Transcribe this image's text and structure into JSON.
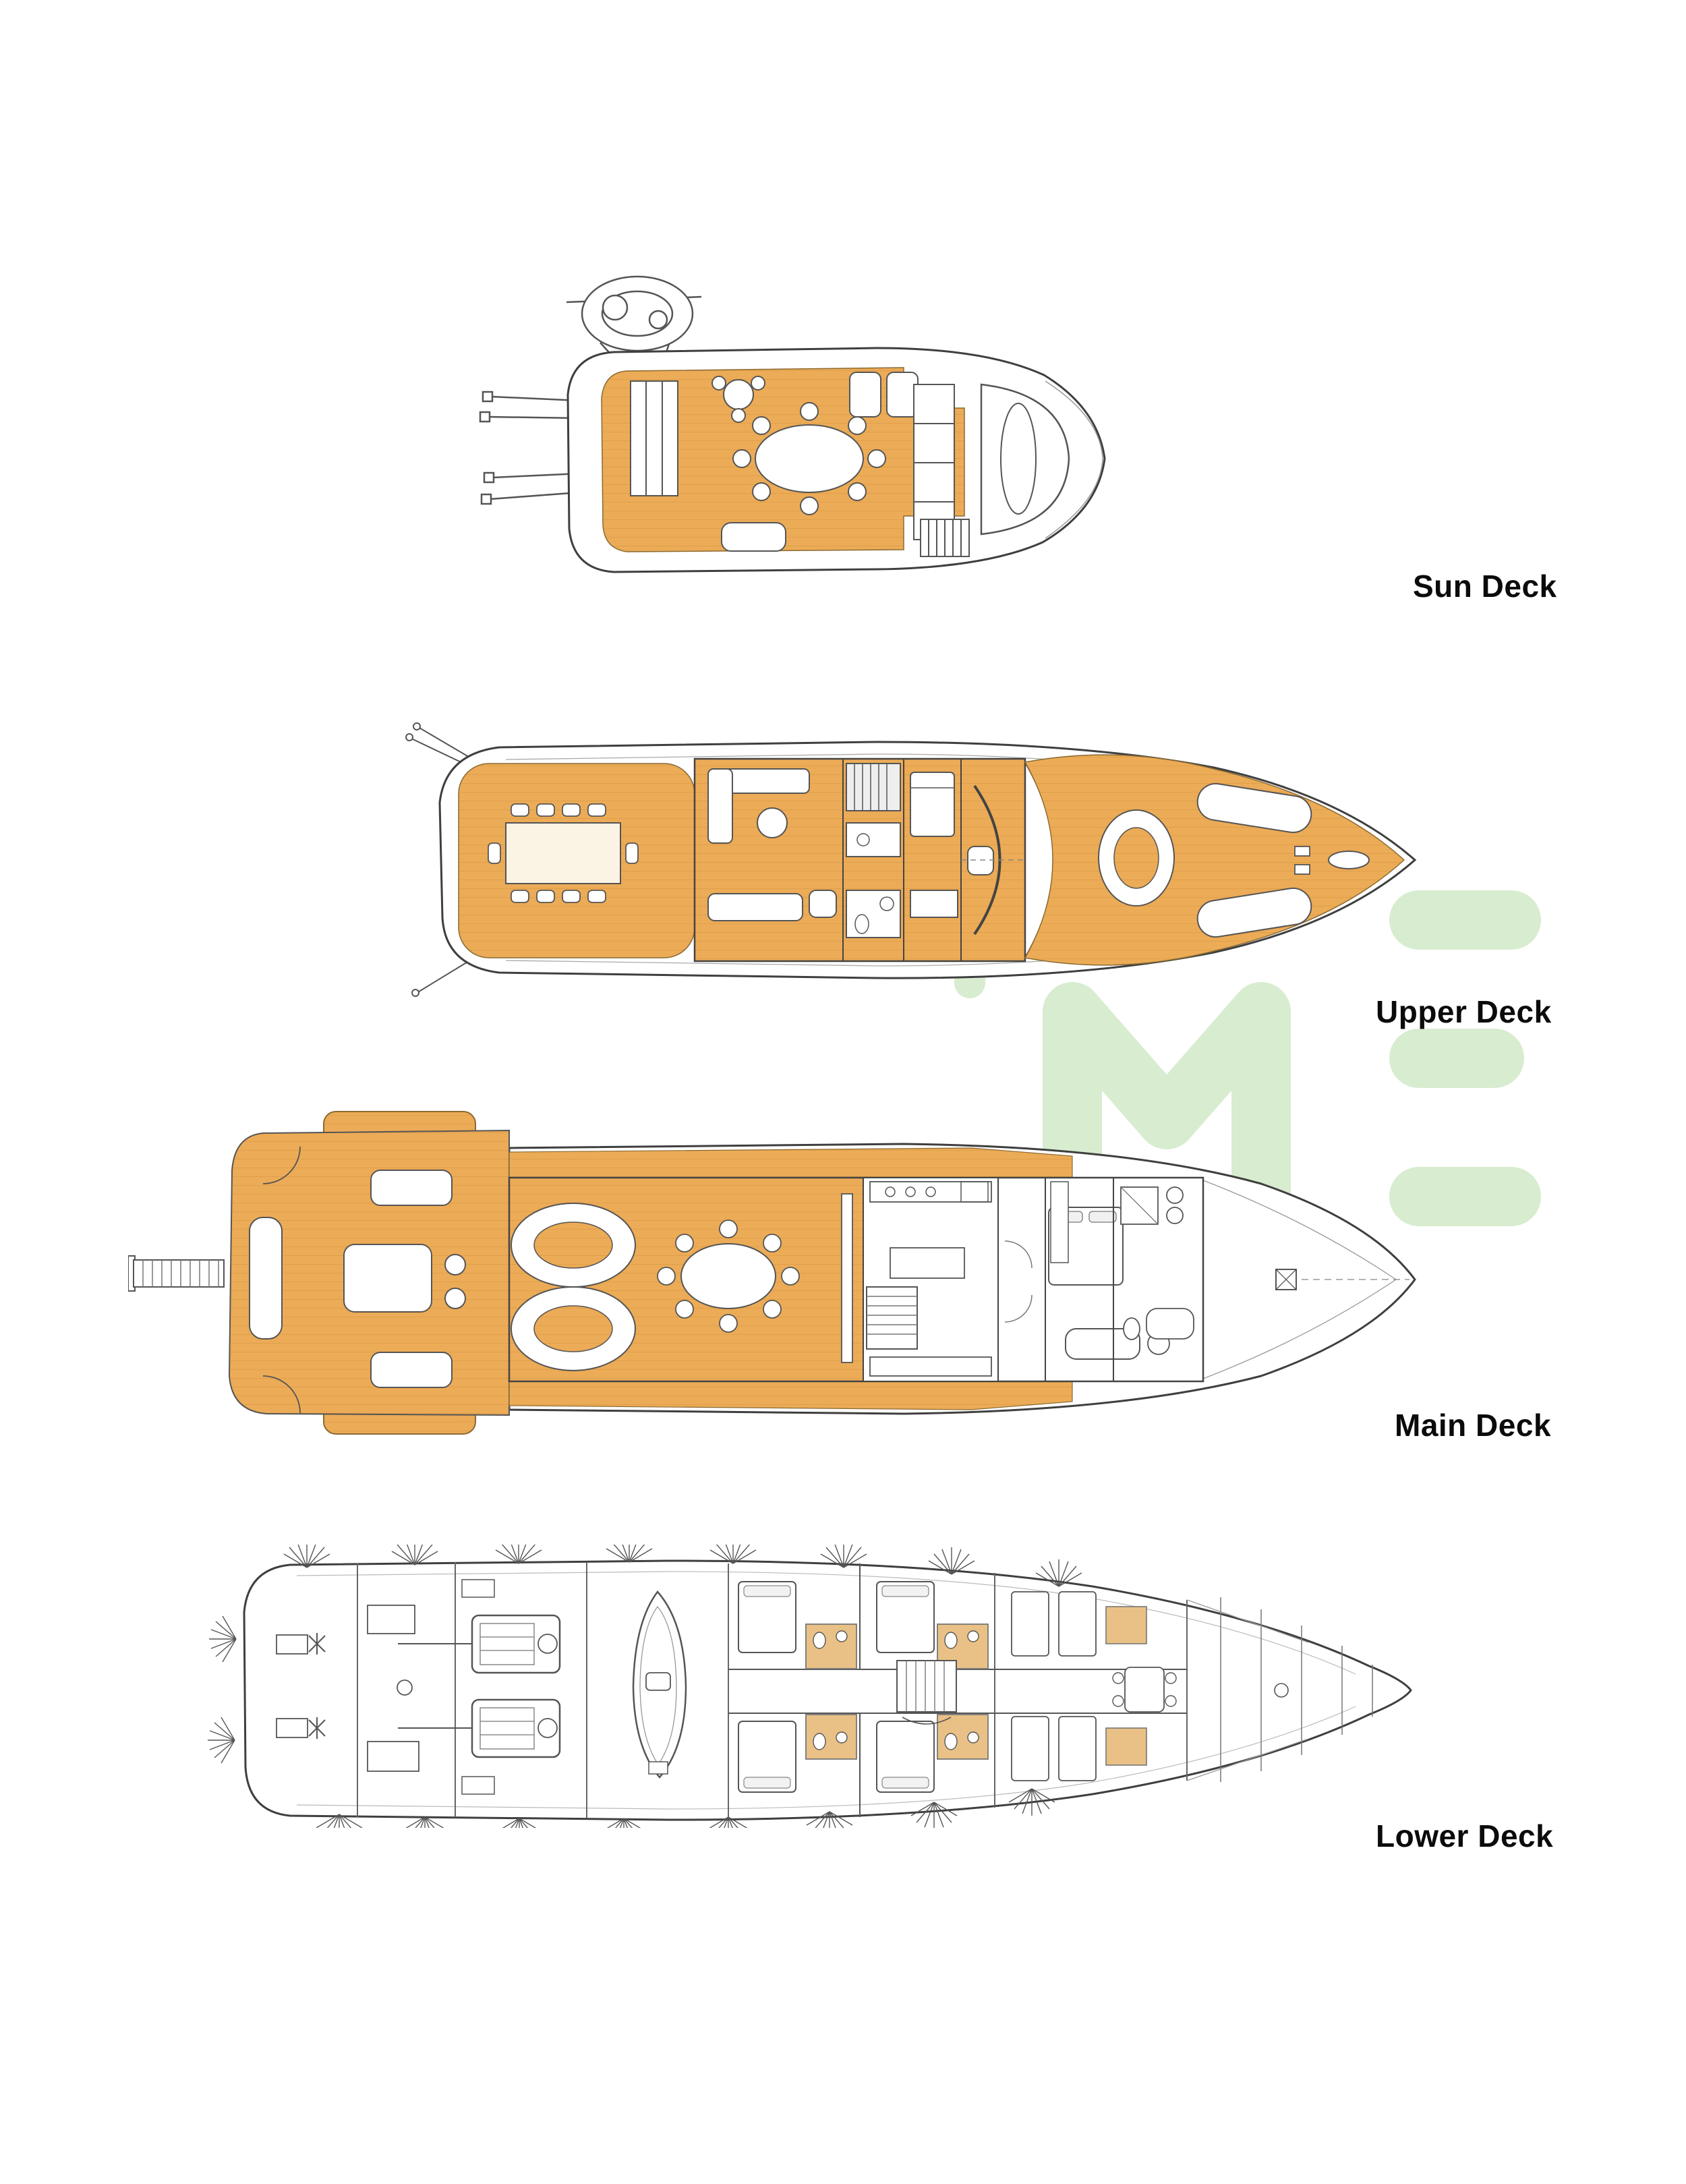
{
  "decks": [
    {
      "id": "sun-deck",
      "label": "Sun Deck"
    },
    {
      "id": "upper-deck",
      "label": "Upper Deck"
    },
    {
      "id": "main-deck",
      "label": "Main Deck"
    },
    {
      "id": "lower-deck",
      "label": "Lower Deck"
    }
  ],
  "watermark": {
    "letters": "ME",
    "color": "#cfe8c4"
  },
  "colors": {
    "deck_wood": "#ECAB56",
    "plank_line": "#D6953F",
    "outline": "#3f3f3f",
    "cabin_tan": "#E9C186",
    "background": "#ffffff"
  }
}
